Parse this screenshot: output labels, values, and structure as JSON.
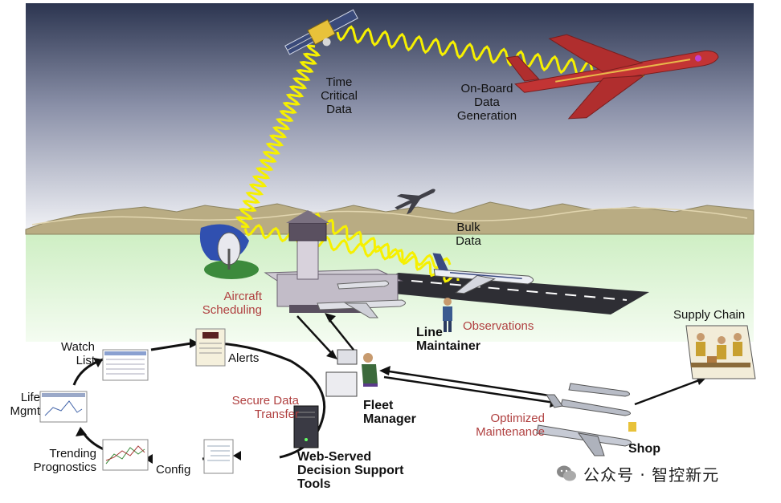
{
  "labels": {
    "time_critical": "Time\nCritical\nData",
    "onboard": "On-Board\nData\nGeneration",
    "bulk": "Bulk\nData",
    "aircraft_scheduling": "Aircraft\nScheduling",
    "observations": "Observations",
    "line_maintainer": "Line\nMaintainer",
    "watch_list": "Watch\nList",
    "alerts": "Alerts",
    "life_mgmt": "Life\nMgmt",
    "trending": "Trending\nPrognostics",
    "config": "Config",
    "secure_data": "Secure Data\nTransfer",
    "fleet_manager": "Fleet\nManager",
    "web_served": "Web-Served\nDecision Support\nTools",
    "optimized": "Optimized\nMaintenance",
    "shop": "Shop",
    "supply_chain": "Supply Chain"
  },
  "watermark": "公众号 · 智控新元",
  "colors": {
    "sky_top": "#2c3550",
    "sky_bottom": "#f2f3f7",
    "ground": "#d8f4cf",
    "zigzag": "#f6f000",
    "label_red": "#b04040",
    "plane_red": "#c23434"
  }
}
